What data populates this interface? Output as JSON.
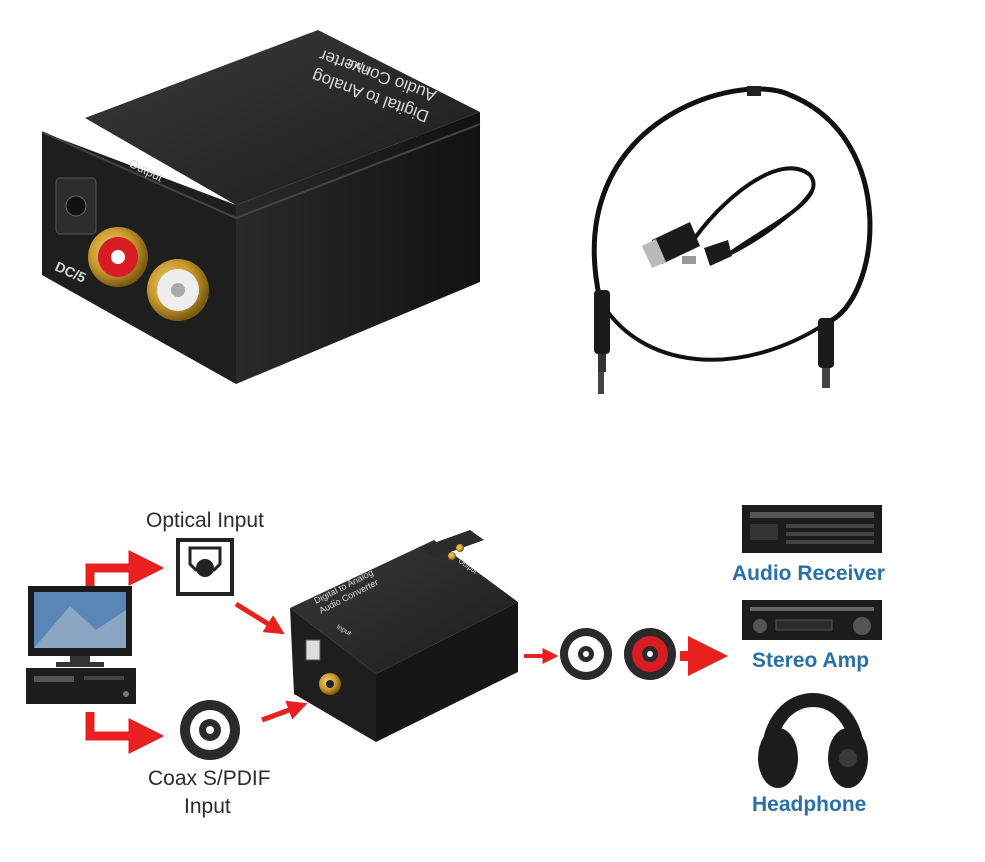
{
  "product": {
    "face_text_line1": "Digital to Analog",
    "face_text_line2": "Audio Converter",
    "top_label": "Input",
    "front_label": "Output",
    "dc_label": "DC/5"
  },
  "diagram": {
    "optical_input_label": "Optical Input",
    "coax_label_line1": "Coax S/PDIF",
    "coax_label_line2": "Input",
    "small_box_line1": "Digital to Analog",
    "small_box_line2": "Audio Converter",
    "small_box_side": "Input",
    "small_box_back": "Output",
    "outputs": [
      {
        "label": "Audio Receiver"
      },
      {
        "label": "Stereo Amp"
      },
      {
        "label": "Headphone"
      }
    ]
  },
  "colors": {
    "arrow_red": "#e8201e",
    "label_blue": "#2a6fa8",
    "device_black": "#222222",
    "rca_red": "#d81c24",
    "gold": "#c99a2e"
  }
}
